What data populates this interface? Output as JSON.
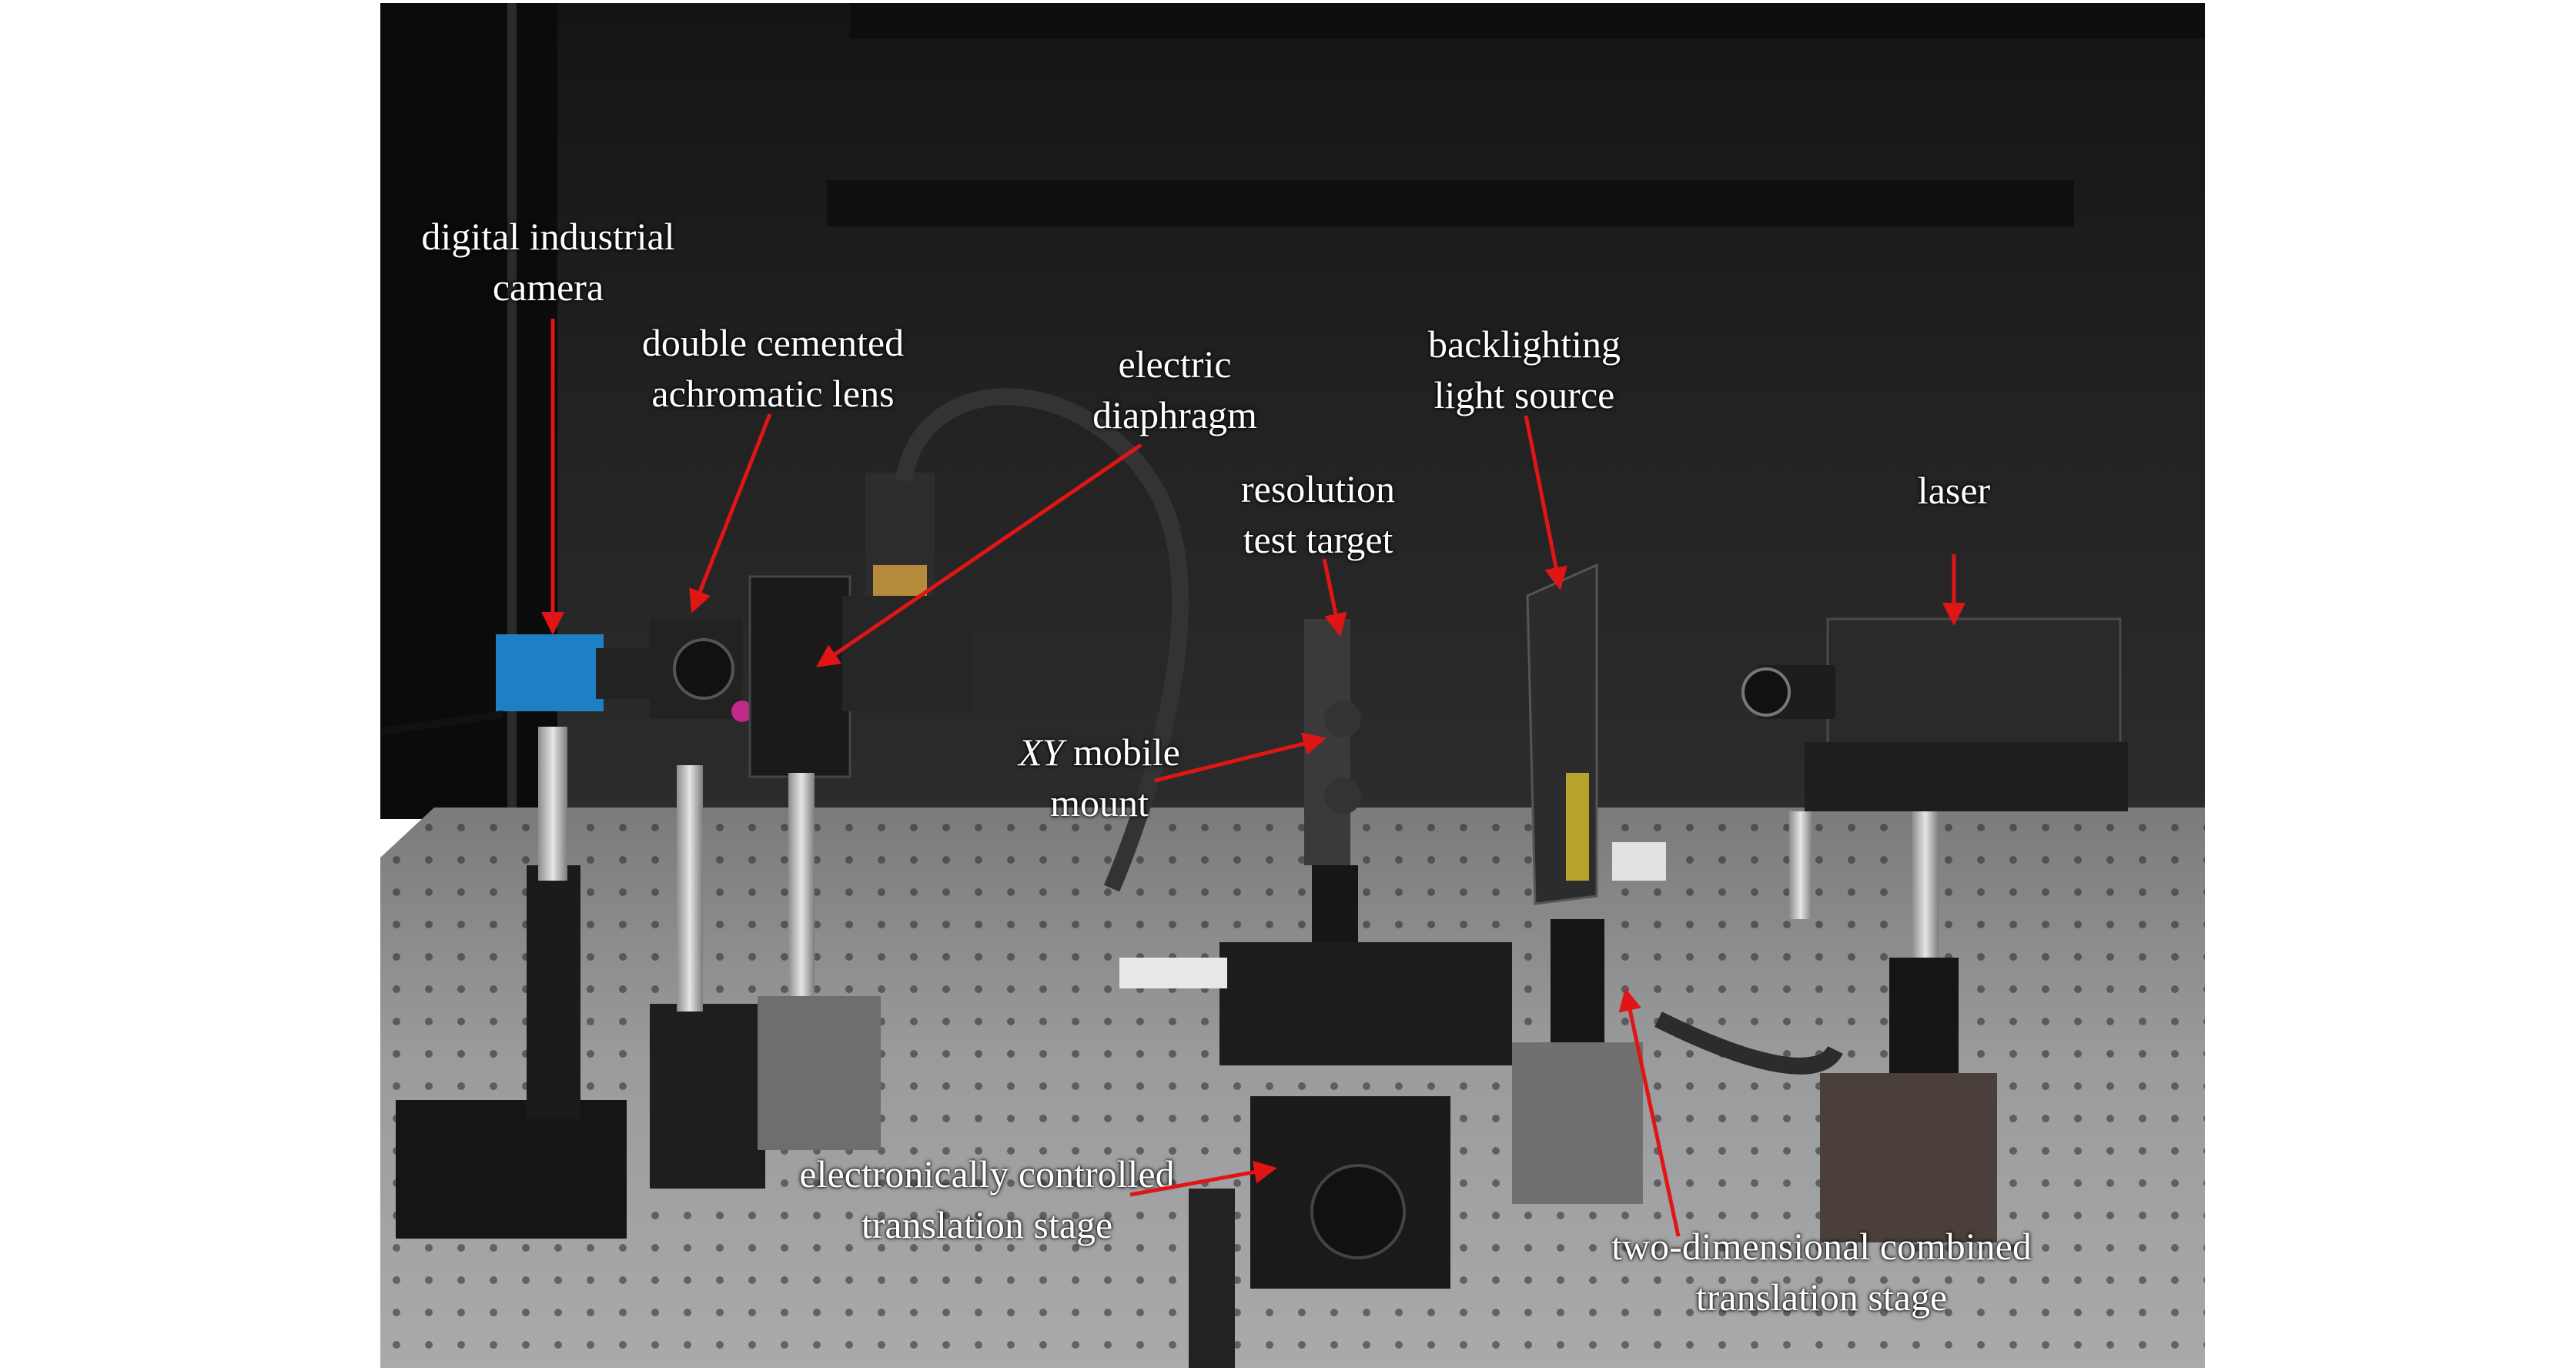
{
  "labels": {
    "camera_line1": "digital industrial",
    "camera_line2": "camera",
    "lens_line1": "double cemented",
    "lens_line2": "achromatic lens",
    "diaphragm_line1": "electric",
    "diaphragm_line2": "diaphragm",
    "backlight_line1": "backlighting",
    "backlight_line2": "light source",
    "target_line1": "resolution",
    "target_line2": "test target",
    "laser": "laser",
    "mount_italic": "XY",
    "mount_line1_rest": " mobile",
    "mount_line2": "mount",
    "stage_line1": "electronically controlled",
    "stage_line2": "translation stage",
    "combined_line1": "two-dimensional combined",
    "combined_line2": "translation  stage"
  },
  "colors": {
    "arrow": "#e01515",
    "label": "#ffffff",
    "background_wall": "#1a1a1a",
    "table": "#8f9091"
  }
}
